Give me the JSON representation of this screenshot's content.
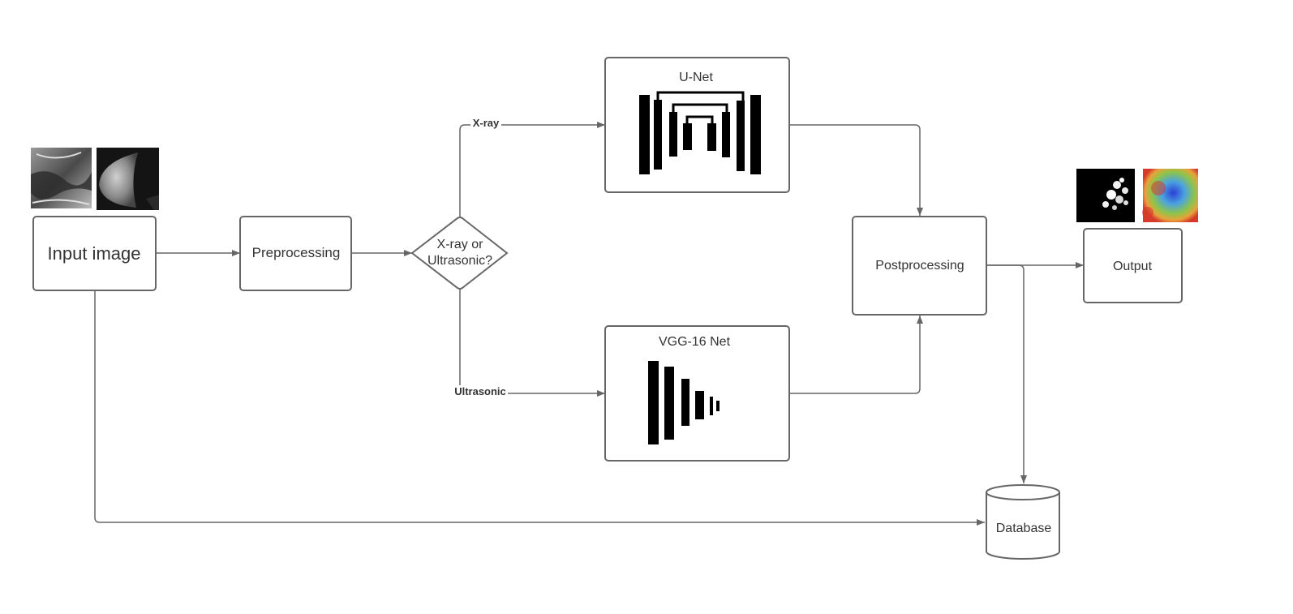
{
  "nodes": {
    "input": "Input image",
    "preprocessing": "Preprocessing",
    "decision_line1": "X-ray or",
    "decision_line2": "Ultrasonic?",
    "unet": "U-Net",
    "vgg": "VGG-16 Net",
    "postprocessing": "Postprocessing",
    "output": "Output",
    "database": "Database"
  },
  "edges": {
    "xray": "X-ray",
    "ultrasonic": "Ultrasonic"
  },
  "colors": {
    "stroke": "#666666",
    "text": "#333333",
    "block": "#000000"
  }
}
